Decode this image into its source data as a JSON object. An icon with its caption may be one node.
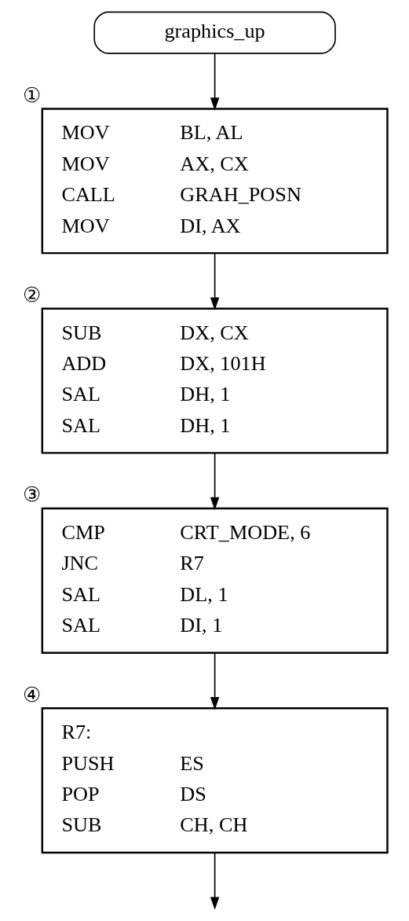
{
  "diagram": {
    "nodes": [
      {
        "text": [
          "graphics_up"
        ]
      },
      {
        "text": [
          "MOV BL, AL",
          "MOV AX, CX",
          "CALL GRAH_POSN",
          "MOV DI, AX"
        ],
        "beside": [
          "①"
        ]
      },
      {
        "text": [
          "SUB DX, CX",
          "ADD DX, 101H",
          "SAL DH, 1",
          "SAL DH, 1"
        ],
        "beside": [
          "②"
        ]
      },
      {
        "text": [
          "CMP CRT_MODE, 6",
          "JNC R7",
          "SAL DL, 1",
          "SAL DI, 1"
        ],
        "beside": [
          "③"
        ]
      },
      {
        "text": [
          "R7:",
          "PUSH ES",
          "POP DS",
          "SUB CH, CH"
        ],
        "beside": [
          "④"
        ]
      }
    ],
    "edges": [
      {
        "from": 0,
        "to": 1,
        "arrow": "to"
      },
      {
        "from": 1,
        "to": 2,
        "arrow": "to"
      },
      {
        "from": 2,
        "to": 3,
        "arrow": "to"
      },
      {
        "from": 3,
        "to": 4,
        "arrow": "to"
      },
      {
        "from": 4,
        "to": null,
        "arrow": "to"
      }
    ]
  }
}
